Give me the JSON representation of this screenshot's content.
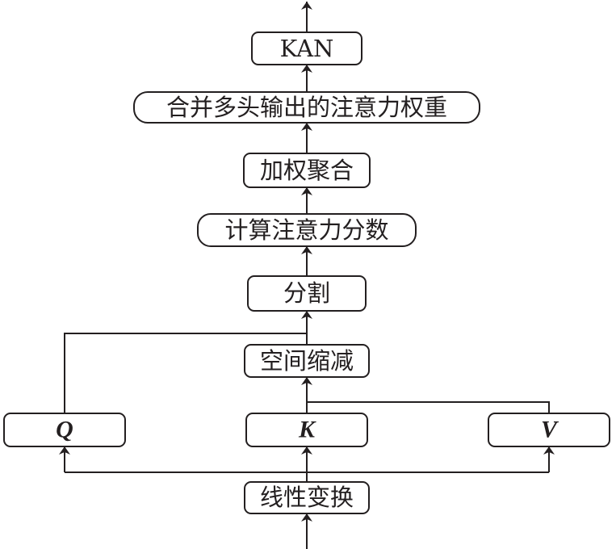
{
  "nodes": {
    "kan": "KAN",
    "merge": "合并多头输出的注意力权重",
    "weighted_agg": "加权聚合",
    "attention_score": "计算注意力分数",
    "split": "分割",
    "spatial_reduction": "空间缩减",
    "q": "Q",
    "k": "K",
    "v": "V",
    "linear_transform": "线性变换"
  },
  "colors": {
    "stroke": "#231f20",
    "background": "#ffffff"
  }
}
